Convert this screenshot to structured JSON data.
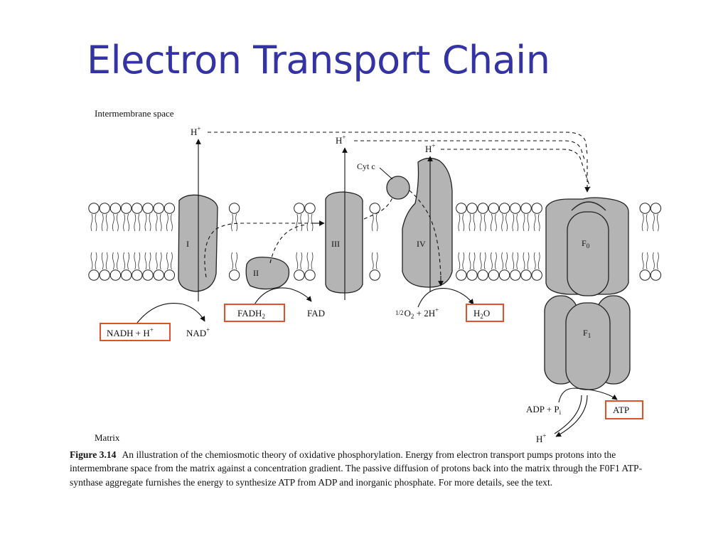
{
  "title": "Electron Transport Chain",
  "regions": {
    "intermembrane": "Intermembrane space",
    "matrix": "Matrix"
  },
  "complexes": {
    "c1": "I",
    "c2": "II",
    "c3": "III",
    "c4": "IV",
    "cytc": "Cyt c",
    "f0": "F",
    "f0_sub": "0",
    "f1": "F",
    "f1_sub": "1"
  },
  "labels": {
    "h_plus": "H",
    "nadh": "NADH + H",
    "nad": "NAD",
    "fadh2": "FADH",
    "fadh2_sub": "2",
    "fad": "FAD",
    "half": "1/2",
    "o2_rest": "O",
    "o2_sub": "2",
    "o2_tail": " + 2H",
    "h2o_h": "H",
    "h2o_sub": "2",
    "h2o_o": "O",
    "adp": "ADP + P",
    "adp_sub": "i",
    "atp": "ATP",
    "plus": "+"
  },
  "caption": {
    "figure_label": "Figure 3.14",
    "text": "An illustration of the chemiosmotic theory of oxidative phosphorylation. Energy from electron transport pumps protons into the intermembrane space from the matrix against a concentration gradient. The passive diffusion of protons back into the matrix through the F0F1 ATP-synthase aggregate furnishes the energy to synthesize ATP from ADP and inorganic phosphate. For more details, see the text."
  },
  "colors": {
    "title": "#3333a3",
    "highlight_box": "#e0502a",
    "protein_fill": "#b4b4b4"
  }
}
